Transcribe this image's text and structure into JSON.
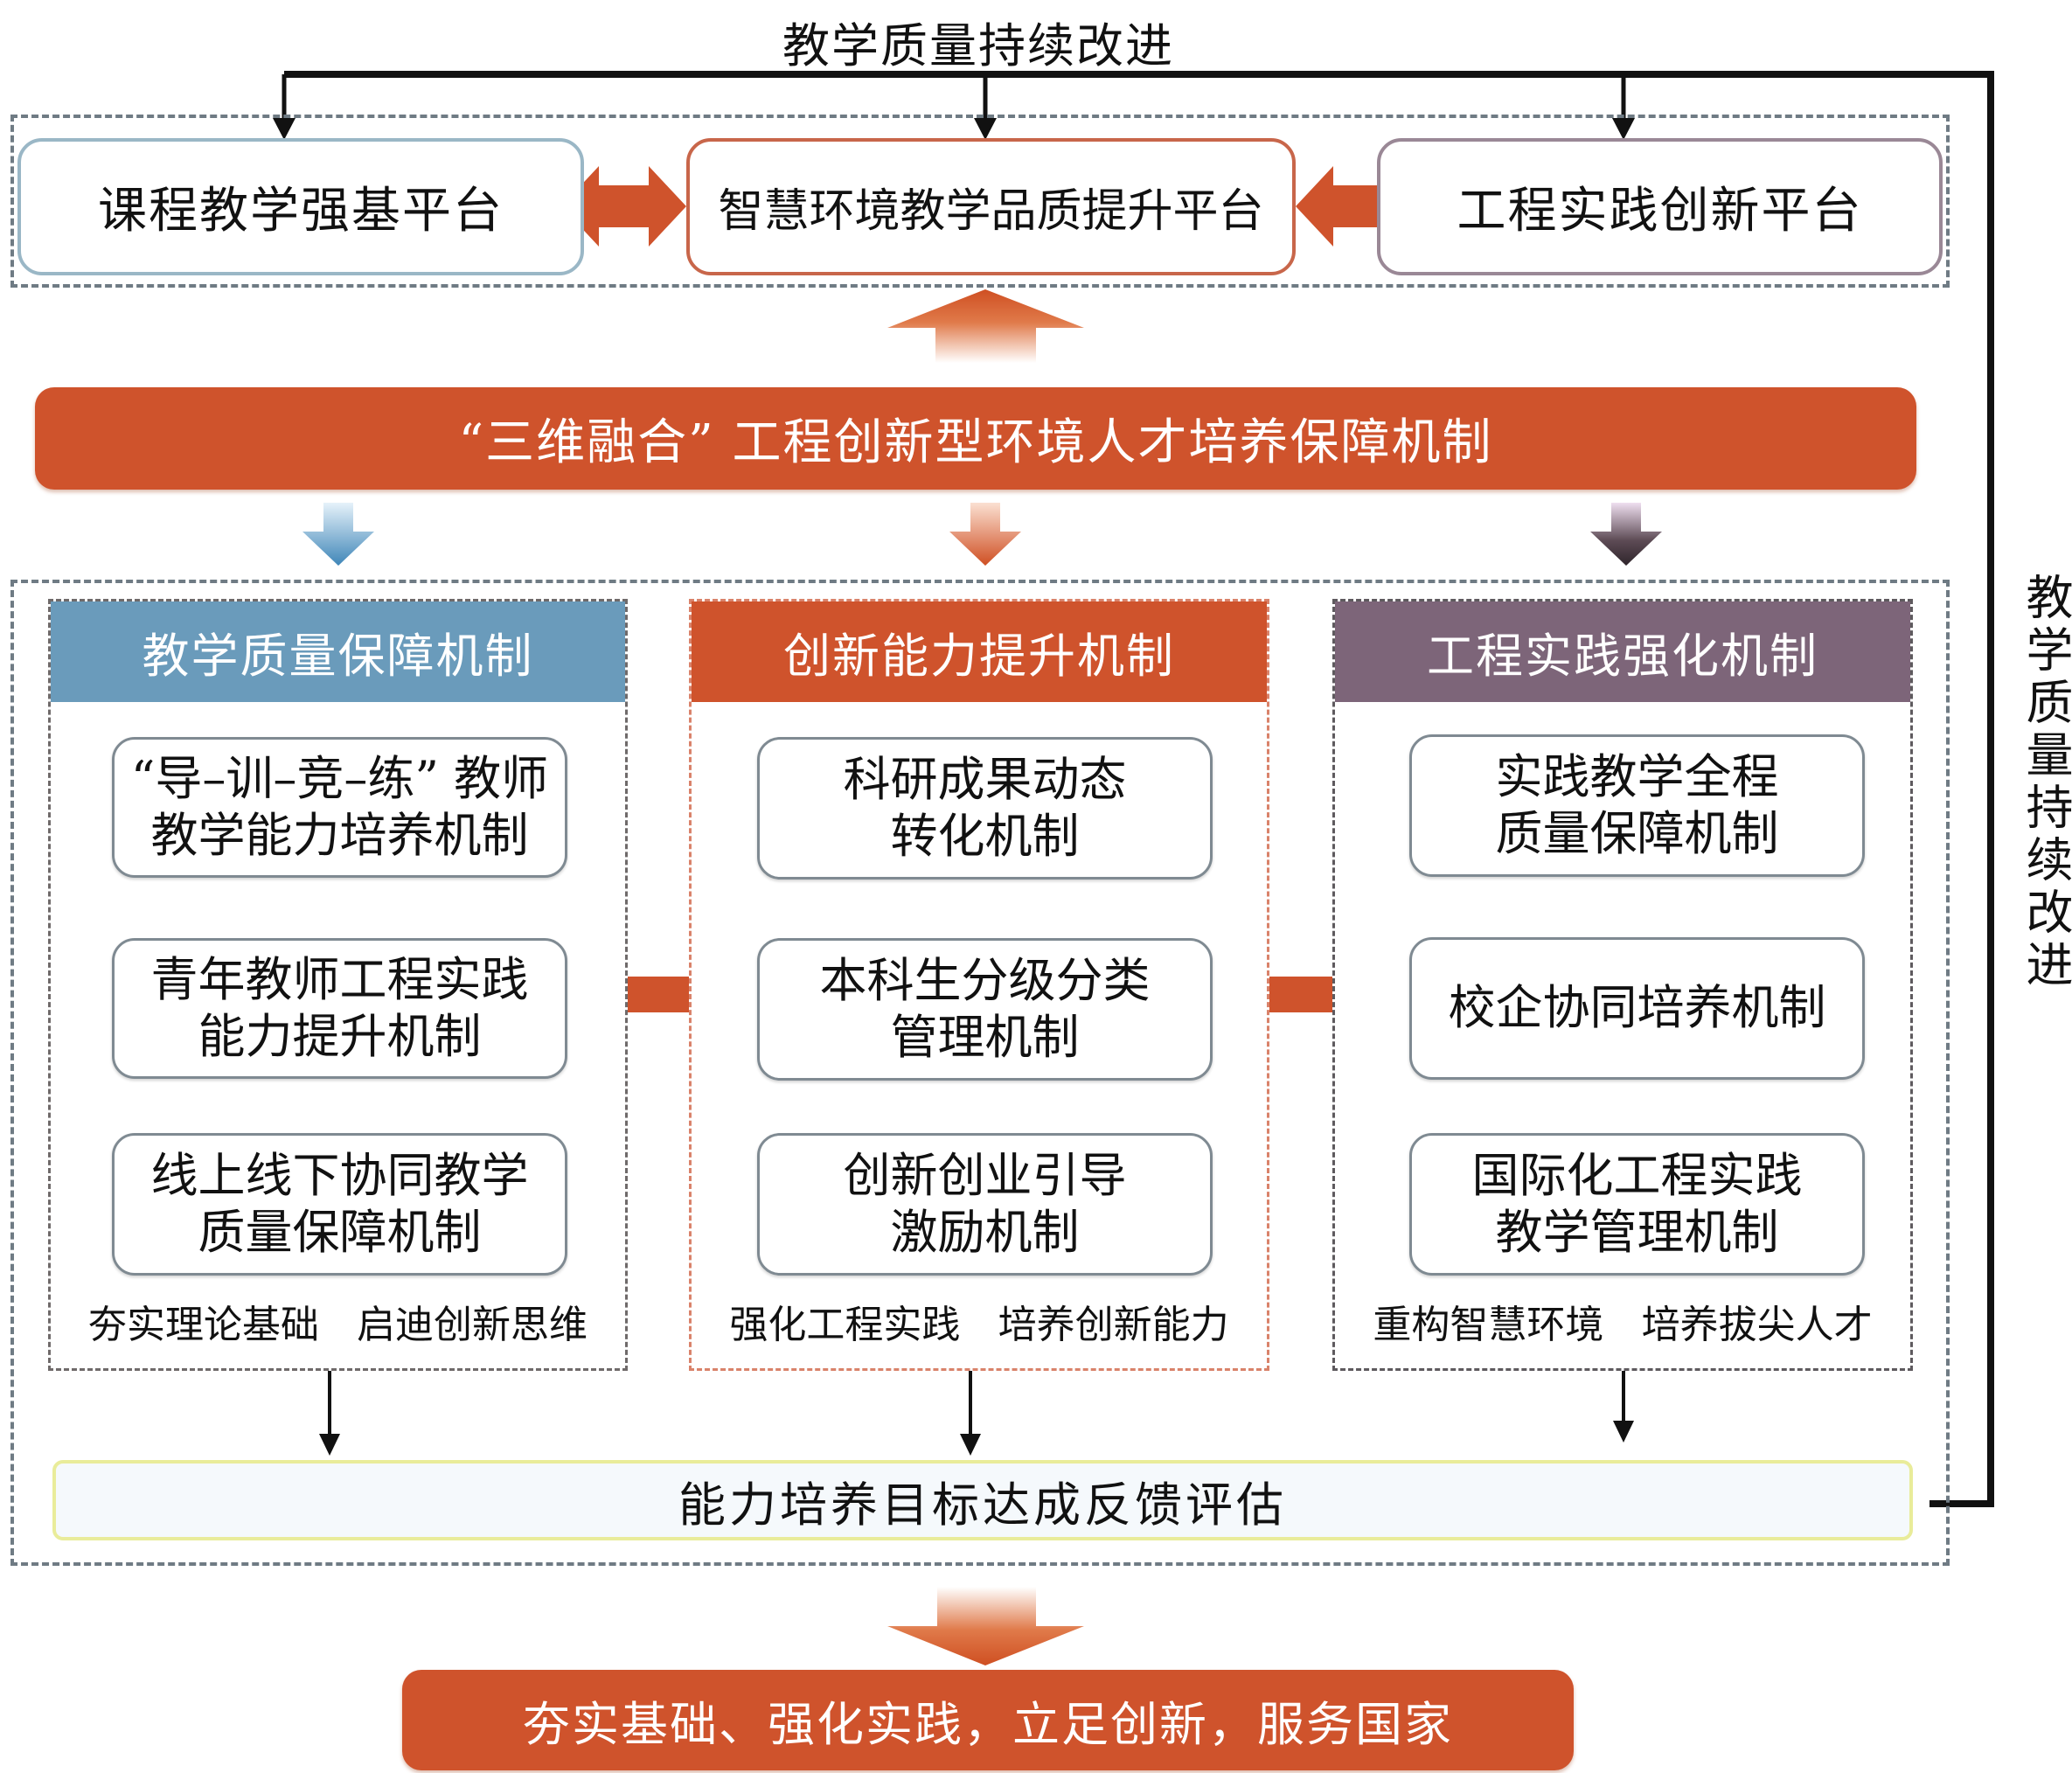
{
  "feedback": {
    "top_label": "教学质量持续改进",
    "side_label": "教学质量持续改进"
  },
  "platforms": [
    {
      "label": "课程教学强基平台",
      "border_color": "#9ab7c6"
    },
    {
      "label": "智慧环境教学品质提升平台",
      "border_color": "#c8664a"
    },
    {
      "label": "工程实践创新平台",
      "border_color": "#9a8896"
    }
  ],
  "banner": {
    "label": "“三维融合” 工程创新型环境人才培养保障机制",
    "color": "#cf532c"
  },
  "columns": [
    {
      "header": "教学质量保障机制",
      "header_color": "#6a9bbb",
      "border_color": "#6f6a6a",
      "arrow_colors": [
        "#d9ebf6",
        "#3f86b8"
      ],
      "mechanisms": [
        [
          "“导–训–竞–练” 教师",
          "教学能力培养机制"
        ],
        [
          "青年教师工程实践",
          "能力提升机制"
        ],
        [
          "线上线下协同教学",
          "质量保障机制"
        ]
      ],
      "goals": [
        "夯实理论基础",
        "启迪创新思维"
      ]
    },
    {
      "header": "创新能力提升机制",
      "header_color": "#cf532c",
      "border_color": "#d9826a",
      "arrow_colors": [
        "#f8d2c0",
        "#cf4f22"
      ],
      "mechanisms": [
        [
          "科研成果动态",
          "转化机制"
        ],
        [
          "本科生分级分类",
          "管理机制"
        ],
        [
          "创新创业引导",
          "激励机制"
        ]
      ],
      "goals": [
        "强化工程实践",
        "培养创新能力"
      ]
    },
    {
      "header": "工程实践强化机制",
      "header_color": "#7d6579",
      "border_color": "#5e5a5e",
      "arrow_colors": [
        "#ead9ea",
        "#3a2e34"
      ],
      "mechanisms": [
        [
          "实践教学全程",
          "质量保障机制"
        ],
        [
          "校企协同培养机制"
        ],
        [
          "国际化工程实践",
          "教学管理机制"
        ]
      ],
      "goals": [
        "重构智慧环境",
        "培养拔尖人才"
      ]
    }
  ],
  "evaluation": {
    "label": "能力培养目标达成反馈评估"
  },
  "outcome": {
    "label": "夯实基础、强化实践，立足创新，服务国家",
    "color": "#cf532c"
  },
  "accent": {
    "orange": "#cf532c",
    "line": "#111111",
    "dash": "#6f7b84"
  }
}
